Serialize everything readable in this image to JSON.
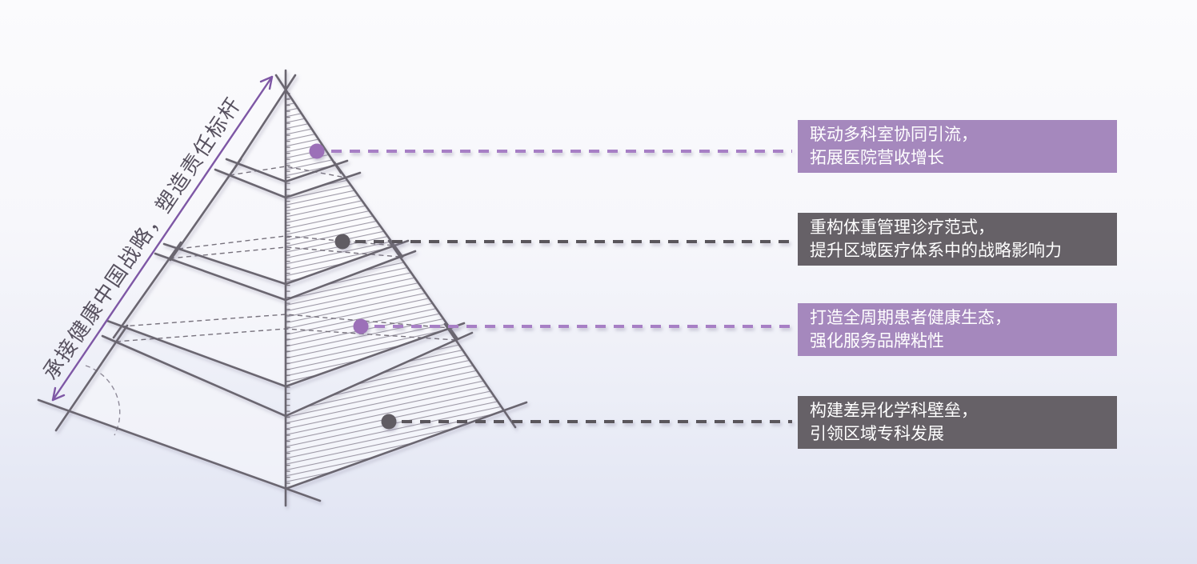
{
  "diagram": {
    "arrow_label": "承接健康中国战略，塑造责任标杆",
    "levels": [
      {
        "id": 1,
        "position": "top",
        "theme": "purple",
        "label_line1": "联动多科室协同引流，",
        "label_line2": "拓展医院营收增长"
      },
      {
        "id": 2,
        "position": "second",
        "theme": "gray",
        "label_line1": "重构体重管理诊疗范式，",
        "label_line2": "提升区域医疗体系中的战略影响力"
      },
      {
        "id": 3,
        "position": "third",
        "theme": "purple",
        "label_line1": "打造全周期患者健康生态，",
        "label_line2": "强化服务品牌粘性"
      },
      {
        "id": 4,
        "position": "bottom",
        "theme": "gray",
        "label_line1": "构建差异化学科壁垒，",
        "label_line2": "引领区域专科发展"
      }
    ],
    "colors": {
      "box_purple": "#a588bd",
      "box_gray": "#666167",
      "leader_purple": "#a77fc5",
      "leader_gray": "#5a565c",
      "sketch_line": "#6b6670",
      "hatch_line": "#9d99a6",
      "arrow": "#7e57a5",
      "dot_purple": "#9c6fb8",
      "dot_gray": "#615c63",
      "label_text": "#57515f",
      "background_top": "#fbfbfd",
      "background_bottom": "#dfe3f2"
    }
  }
}
